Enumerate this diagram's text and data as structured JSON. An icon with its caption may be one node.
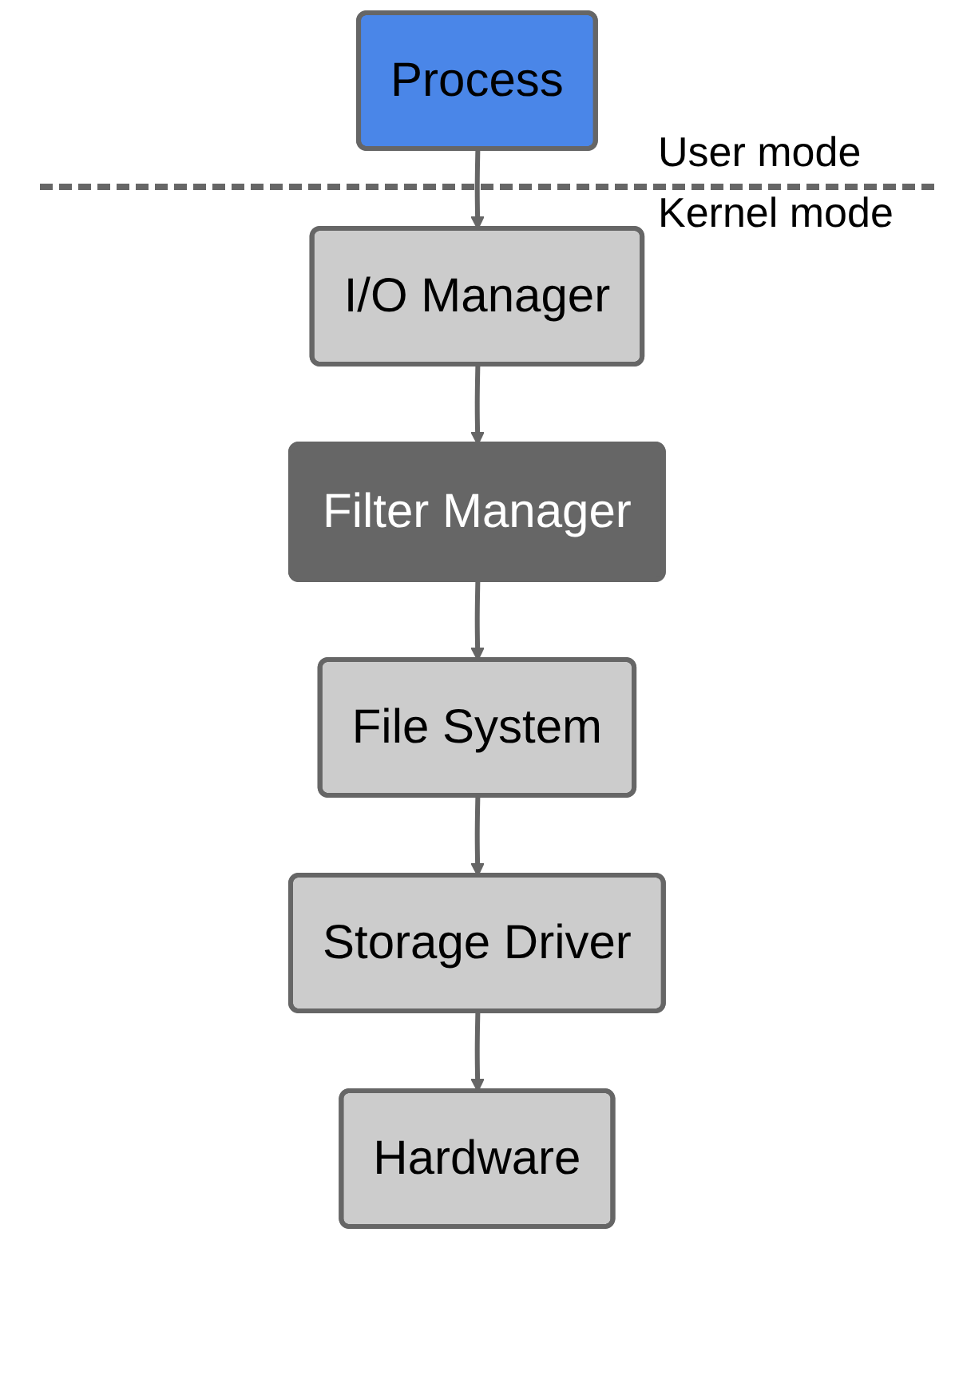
{
  "diagram": {
    "nodes": [
      {
        "text": [
          "Process"
        ]
      },
      {
        "text": [
          "I/O Manager"
        ]
      },
      {
        "text": [
          "Filter Manager"
        ]
      },
      {
        "text": [
          "File System"
        ]
      },
      {
        "text": [
          "Storage Driver"
        ]
      },
      {
        "text": [
          "Hardware"
        ]
      }
    ],
    "edges": [
      {
        "from": 0,
        "to": 1,
        "arrow": "to"
      },
      {
        "from": 1,
        "to": 2,
        "arrow": "to"
      },
      {
        "from": 2,
        "to": 3,
        "arrow": "to"
      },
      {
        "from": 3,
        "to": 4,
        "arrow": "to"
      },
      {
        "from": 4,
        "to": 5,
        "arrow": "to"
      }
    ],
    "labels": [
      "User mode",
      "Kernel mode"
    ]
  }
}
